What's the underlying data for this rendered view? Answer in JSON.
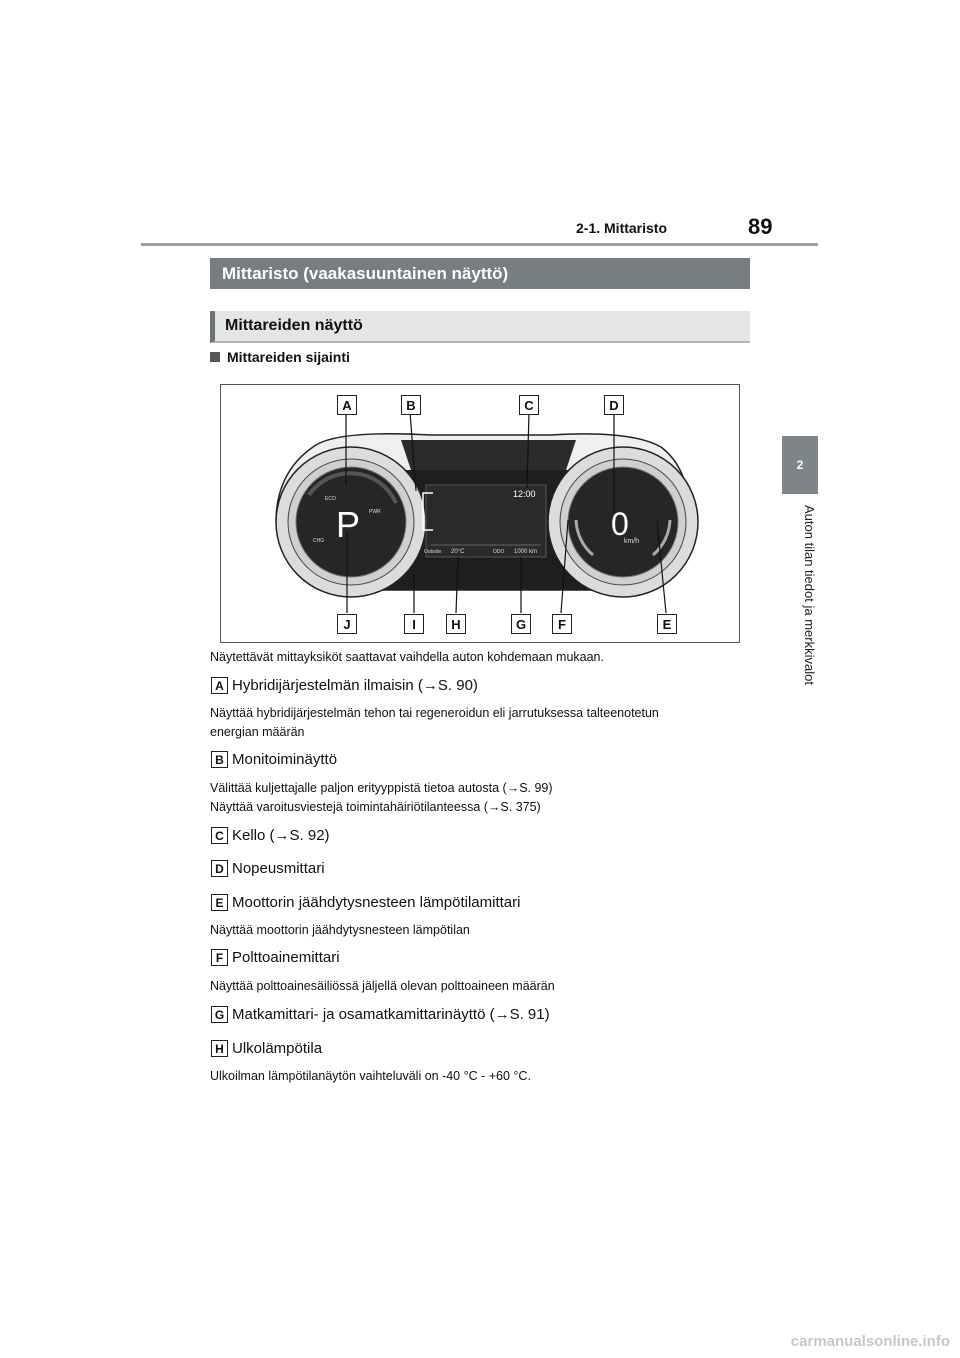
{
  "header": {
    "section": "2-1. Mittaristo",
    "page_number": "89"
  },
  "side_tab": {
    "chapter": "2",
    "title": "Auton tilan tiedot ja merkkivalot"
  },
  "title": "Mittaristo (vaakasuuntainen näyttö)",
  "subtitle": "Mittareiden näyttö",
  "sub_heading": "Mittareiden sijainti",
  "figure": {
    "callouts_top": [
      "A",
      "B",
      "C",
      "D"
    ],
    "callouts_bottom": [
      "J",
      "I",
      "H",
      "G",
      "F",
      "E"
    ],
    "display": {
      "gear": "P",
      "speed": "0",
      "speed_unit": "km/h",
      "clock": "12:00",
      "outside_label": "Outside",
      "outside_temp": "20°C",
      "odo_label": "ODO",
      "odo_value": "1000 km",
      "eco": "ECO",
      "pwr": "PWR",
      "chg": "CHG"
    }
  },
  "caption": "Näytettävät mittayksiköt saattavat vaihdella auton kohdemaan mukaan.",
  "items": [
    {
      "letter": "A",
      "title": "Hybridijärjestelmän ilmaisin (→S. 90)",
      "desc": [
        "Näyttää hybridijärjestelmän tehon tai regeneroidun eli jarrutuksessa talteenotetun",
        "energian määrän"
      ]
    },
    {
      "letter": "B",
      "title": "Monitoiminäyttö",
      "desc": [
        "Välittää kuljettajalle paljon erityyppistä tietoa autosta (→S. 99)",
        "Näyttää varoitusviestejä toimintahäiriötilanteessa (→S. 375)"
      ]
    },
    {
      "letter": "C",
      "title": "Kello (→S. 92)",
      "desc": []
    },
    {
      "letter": "D",
      "title": "Nopeusmittari",
      "desc": []
    },
    {
      "letter": "E",
      "title": "Moottorin jäähdytysnesteen lämpötilamittari",
      "desc": [
        "Näyttää moottorin jäähdytysnesteen lämpötilan"
      ]
    },
    {
      "letter": "F",
      "title": "Polttoainemittari",
      "desc": [
        "Näyttää polttoainesäiliössä jäljellä olevan polttoaineen määrän"
      ]
    },
    {
      "letter": "G",
      "title": "Matkamittari- ja osamatkamittarinäyttö (→S. 91)",
      "desc": []
    },
    {
      "letter": "H",
      "title": "Ulkolämpötila",
      "desc": [
        "Ulkoilman lämpötilanäytön vaihteluväli on -40 °C - +60 °C."
      ]
    }
  ],
  "watermark": "carmanualsonline.info"
}
